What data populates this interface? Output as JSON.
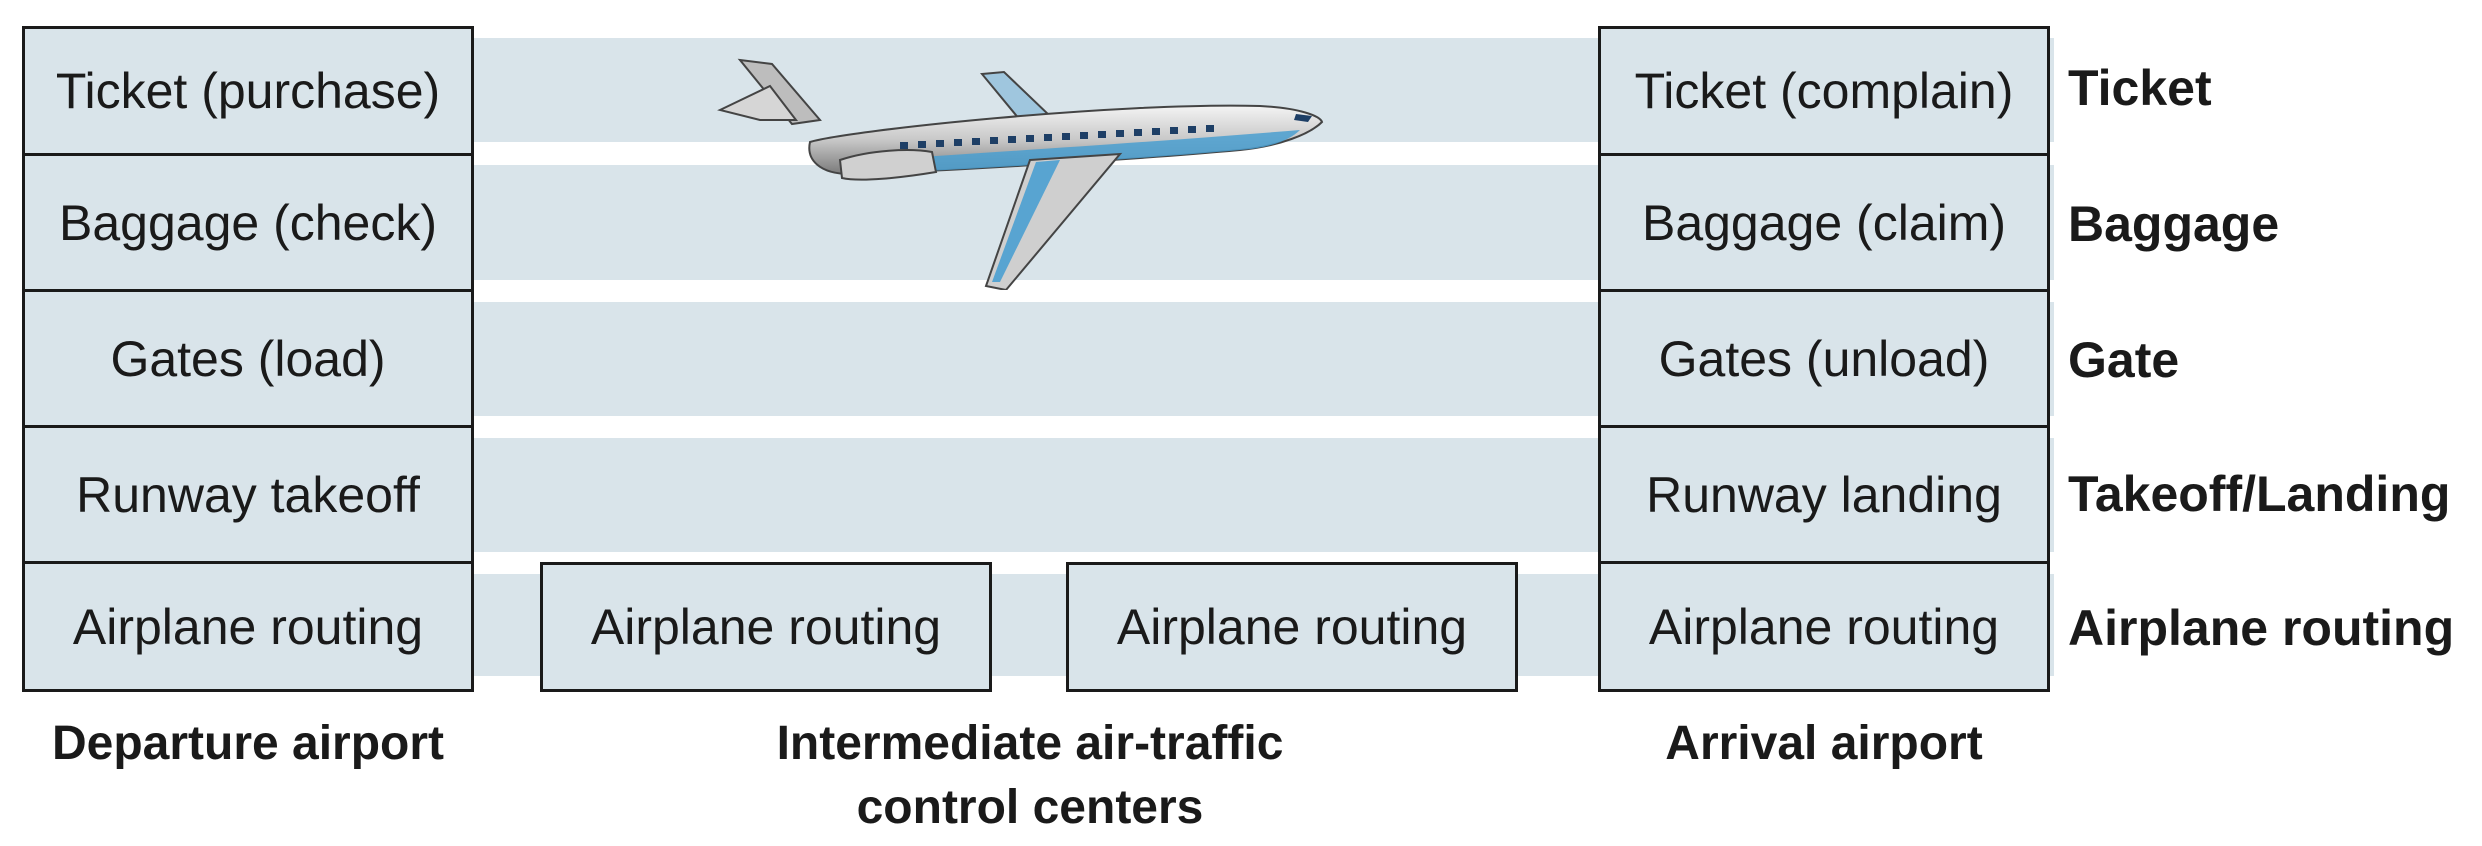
{
  "departure": {
    "layers": [
      "Ticket (purchase)",
      "Baggage (check)",
      "Gates (load)",
      "Runway takeoff",
      "Airplane routing"
    ],
    "caption": "Departure airport"
  },
  "intermediate": {
    "boxes": [
      "Airplane routing",
      "Airplane routing"
    ],
    "caption_line1": "Intermediate air-traffic",
    "caption_line2": "control centers"
  },
  "arrival": {
    "layers": [
      "Ticket (complain)",
      "Baggage (claim)",
      "Gates (unload)",
      "Runway landing",
      "Airplane routing"
    ],
    "caption": "Arrival airport"
  },
  "layer_names": [
    "Ticket",
    "Baggage",
    "Gate",
    "Takeoff/Landing",
    "Airplane routing"
  ],
  "colors": {
    "band": "#d9e4ea",
    "border": "#1a1a1a",
    "plane_accent": "#4a9fd0"
  }
}
